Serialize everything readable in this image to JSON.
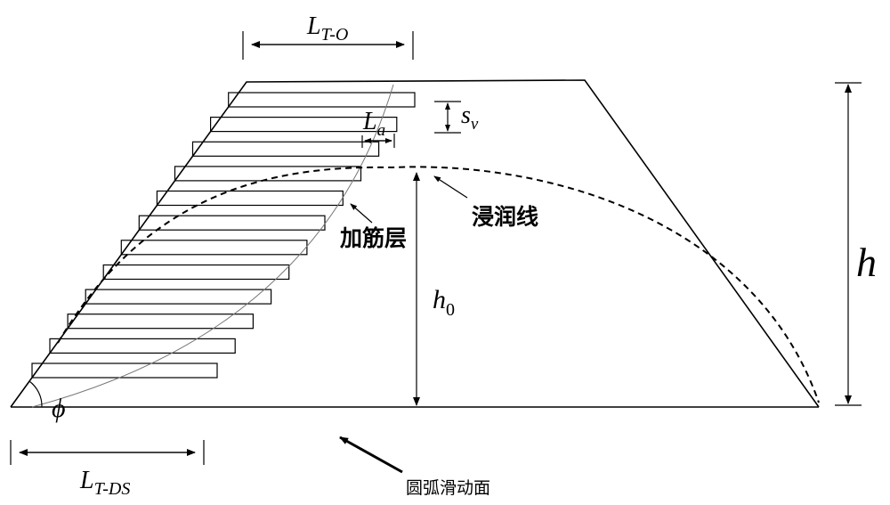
{
  "labels": {
    "lto_main": "L",
    "lto_sub": "T-O",
    "sv_main": "s",
    "sv_sub": "v",
    "la_main": "L",
    "la_sub": "a",
    "phreatic_line": "浸润线",
    "reinforcement_layer": "加筋层",
    "h0_main": "h",
    "h0_sub": "0",
    "h": "h",
    "phi": "ϕ",
    "ltds_main": "L",
    "ltds_sub": "T-DS",
    "arc_slip_surface": "圆弧滑动面"
  },
  "reinforcement_layers": [
    {
      "layer": 1
    },
    {
      "layer": 2
    },
    {
      "layer": 3
    },
    {
      "layer": 4
    },
    {
      "layer": 5
    },
    {
      "layer": 6
    },
    {
      "layer": 7
    },
    {
      "layer": 8
    },
    {
      "layer": 9
    },
    {
      "layer": 10
    },
    {
      "layer": 11
    },
    {
      "layer": 12
    }
  ]
}
